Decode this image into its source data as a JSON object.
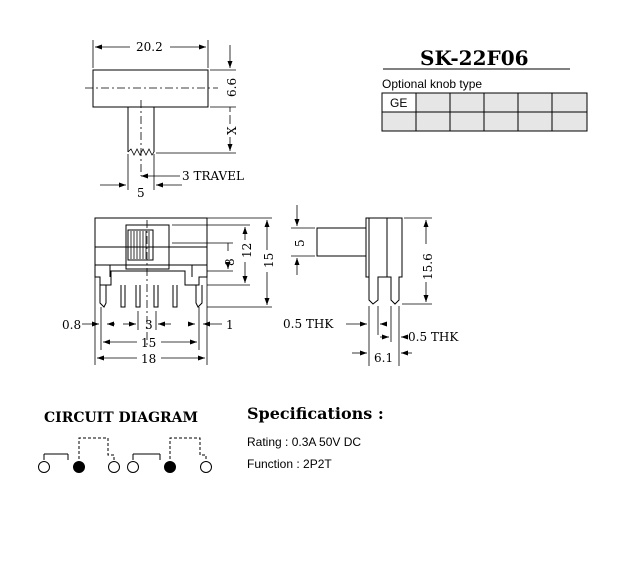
{
  "model": "SK-22F06",
  "knob_table": {
    "caption": "Optional knob type",
    "rows": [
      [
        "GE",
        "",
        "",
        "",
        "",
        ""
      ],
      [
        "",
        "",
        "",
        "",
        "",
        ""
      ]
    ]
  },
  "top_view": {
    "width": "20.2",
    "knob_height": "6.6",
    "shaft_length": "X",
    "shaft_width": "5",
    "travel": "3 TRAVEL"
  },
  "front_view": {
    "body_height": "12",
    "total_height": "15",
    "knob_height": "8",
    "pin_width_left": "0.8",
    "pin_pitch": "3",
    "pin_width_right": "1",
    "pin_span": "15",
    "body_width": "18"
  },
  "side_view": {
    "knob_width": "5",
    "height": "15.6",
    "thk_left": "0.5 THK",
    "thk_right": "0.5 THK",
    "depth": "6.1"
  },
  "circuit": {
    "heading": "CIRCUIT DIAGRAM"
  },
  "specs": {
    "heading": "Specifications :",
    "rating": "Rating : 0.3A 50V DC",
    "function": "Function : 2P2T"
  }
}
